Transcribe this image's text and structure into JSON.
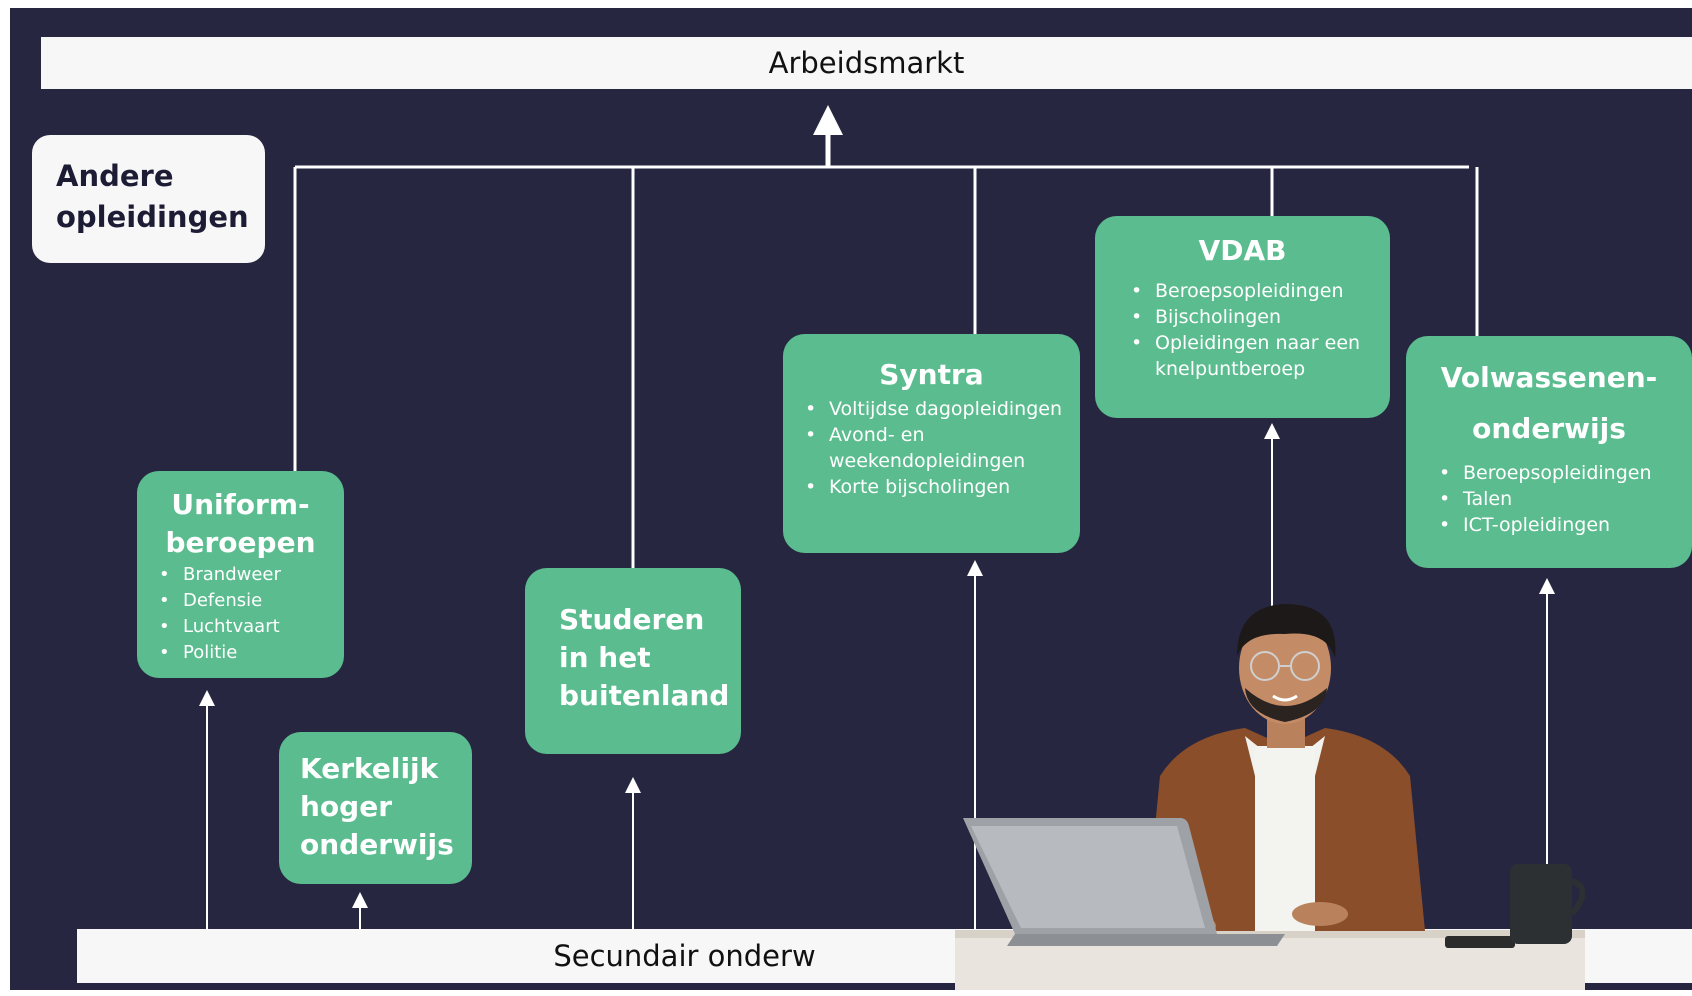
{
  "top_bar": {
    "label": "Arbeidsmarkt"
  },
  "bottom_bar": {
    "label": "Secundair onderw"
  },
  "boxes": {
    "andere": {
      "title_line1": "Andere",
      "title_line2": "opleidingen"
    },
    "uniform": {
      "title_line1": "Uniform-",
      "title_line2": "beroepen",
      "items": [
        "Brandweer",
        "Defensie",
        "Luchtvaart",
        "Politie"
      ]
    },
    "kerk": {
      "title_line1": "Kerkelijk",
      "title_line2": "hoger",
      "title_line3": "onderwijs"
    },
    "studeren": {
      "title_line1": "Studeren",
      "title_line2": "in het",
      "title_line3": "buitenland"
    },
    "syntra": {
      "title": "Syntra",
      "items": [
        "Voltijdse dagopleidingen",
        "Avond- en weekendopleidingen",
        "Korte bijscholingen"
      ]
    },
    "vdab": {
      "title": "VDAB",
      "items": [
        "Beroepsopleidingen",
        "Bijscholingen",
        "Opleidingen naar een knelpuntberoep"
      ]
    },
    "volw": {
      "title_line1": "Volwassenen-",
      "title_line2": "onderwijs",
      "items": [
        "Beroepsopleidingen",
        "Talen",
        "ICT-opleidingen"
      ]
    }
  },
  "colors": {
    "background": "#272640",
    "box_green": "#5bbd8f",
    "bar_white": "#f7f7f7"
  }
}
